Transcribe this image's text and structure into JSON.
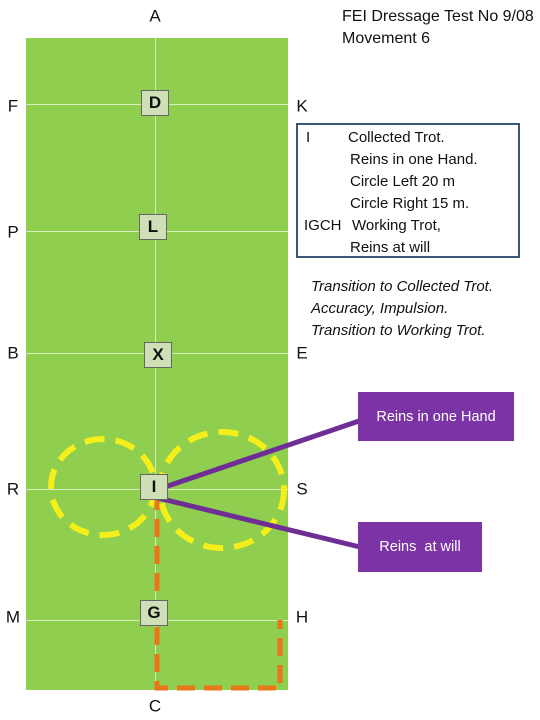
{
  "title": {
    "line1": "FEI Dressage Test No 9/08",
    "line2": "Movement 6"
  },
  "arena": {
    "top_letter": "A",
    "bottom_letter": "C",
    "left_letters": [
      "F",
      "P",
      "B",
      "R",
      "M"
    ],
    "right_letters": [
      "K",
      "E",
      "S",
      "H"
    ],
    "centre_markers": [
      "D",
      "L",
      "X",
      "I",
      "G"
    ]
  },
  "instructions": {
    "code1": "I",
    "line1": "Collected Trot.",
    "line2": "Reins in one Hand.",
    "line3": "Circle Left 20 m",
    "line4": "Circle Right 15 m.",
    "code2": "IGCH",
    "line5": "Working Trot,",
    "line6": "Reins at will"
  },
  "notes": {
    "line1": "Transition to Collected Trot.",
    "line2": "Accuracy, Impulsion.",
    "line3": "Transition to Working Trot."
  },
  "callouts": {
    "one_hand": "Reins in one Hand",
    "at_will": "Reins  at will"
  },
  "colors": {
    "arena_green": "#8fce4e",
    "marker_fill": "#cfe0b6",
    "circle_yellow": "#f4ef1a",
    "path_orange": "#e8771c",
    "callout_purple": "#7b33a6",
    "box_border": "#3b5578"
  }
}
